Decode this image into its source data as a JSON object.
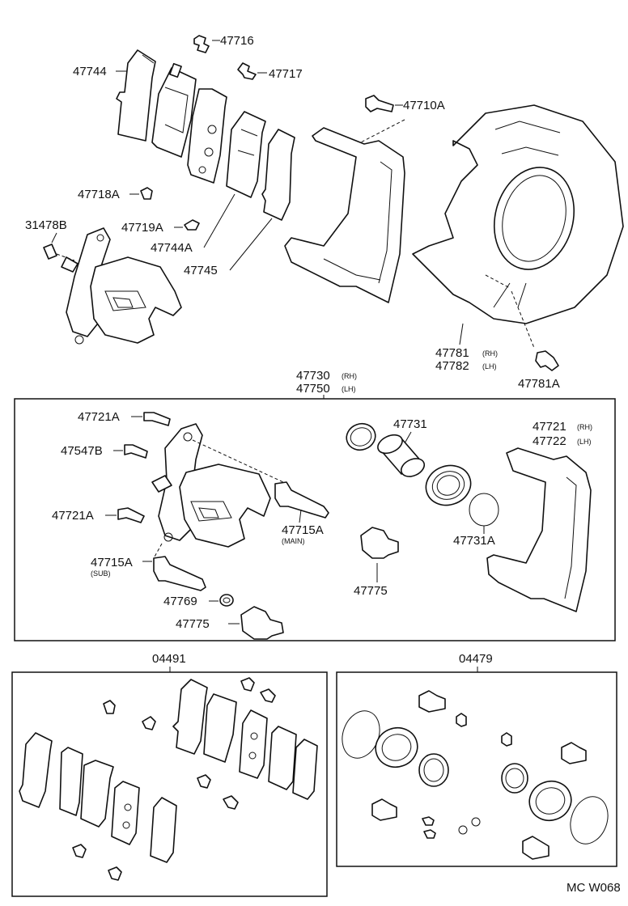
{
  "labels": {
    "l47716": "47716",
    "l47717": "47717",
    "l47744": "47744",
    "l47710A": "47710A",
    "l47718A": "47718A",
    "l31478B": "31478B",
    "l47719A": "47719A",
    "l47744A": "47744A",
    "l47745": "47745",
    "l47781": "47781",
    "l47781_rh": "(RH)",
    "l47782": "47782",
    "l47782_lh": "(LH)",
    "l47781A": "47781A",
    "l47730": "47730",
    "l47730_rh": "(RH)",
    "l47750": "47750",
    "l47750_lh": "(LH)",
    "l47721A_1": "47721A",
    "l47547B": "47547B",
    "l47721A_2": "47721A",
    "l47715A_main": "47715A",
    "l_main": "(MAIN)",
    "l47715A_sub": "47715A",
    "l_sub": "(SUB)",
    "l47769": "47769",
    "l47775_1": "47775",
    "l47775_2": "47775",
    "l47731": "47731",
    "l47731A": "47731A",
    "l47721": "47721",
    "l47721_rh": "(RH)",
    "l47722": "47722",
    "l47722_lh": "(LH)",
    "l04491": "04491",
    "l04479": "04479",
    "code": "MC W068"
  }
}
